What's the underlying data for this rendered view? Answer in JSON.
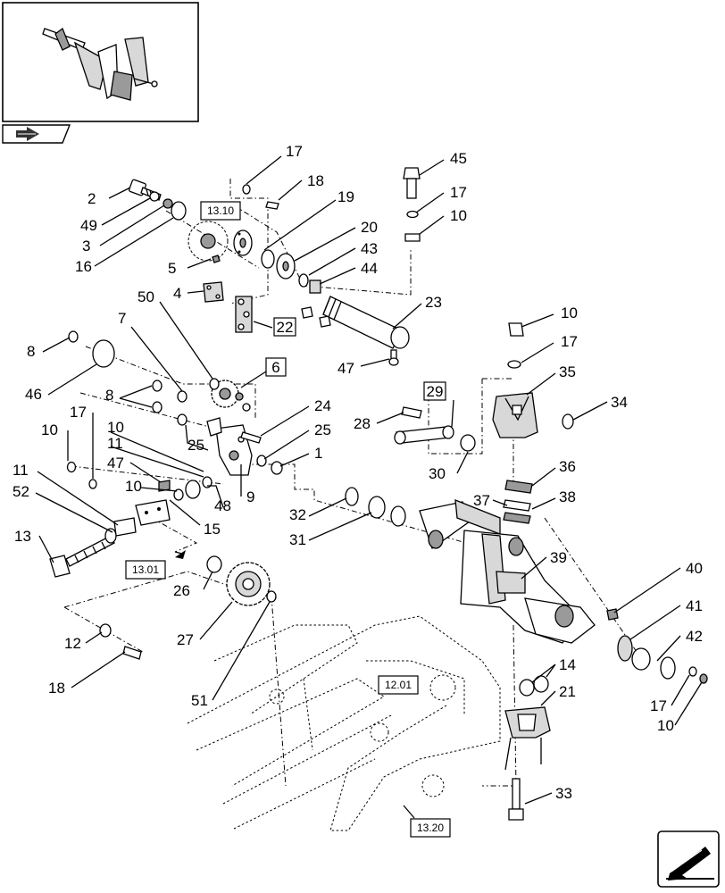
{
  "callouts": [
    "17",
    "18",
    "2",
    "49",
    "3",
    "16",
    "19",
    "20",
    "43",
    "44",
    "5",
    "4",
    "22",
    "23",
    "45",
    "17",
    "10",
    "47",
    "50",
    "7",
    "6",
    "8",
    "46",
    "8",
    "10",
    "17",
    "35",
    "34",
    "29",
    "28",
    "30",
    "24",
    "25",
    "25",
    "1",
    "10",
    "11",
    "47",
    "48",
    "9",
    "17",
    "10",
    "11",
    "52",
    "10",
    "15",
    "32",
    "31",
    "36",
    "37",
    "38",
    "13",
    "26",
    "27",
    "39",
    "40",
    "41",
    "42",
    "12",
    "18",
    "51",
    "14",
    "21",
    "17",
    "10",
    "33"
  ],
  "references": [
    "13.10",
    "22",
    "6",
    "29",
    "13.01",
    "12.01",
    "13.20"
  ],
  "colors": {
    "line": "#000000",
    "fill": "#ffffff",
    "shade": "#d8d8d8",
    "dark": "#9a9a9a"
  },
  "icons": {
    "nav_arrow": "nav-arrow-icon",
    "page_turn": "page-turn-icon"
  }
}
